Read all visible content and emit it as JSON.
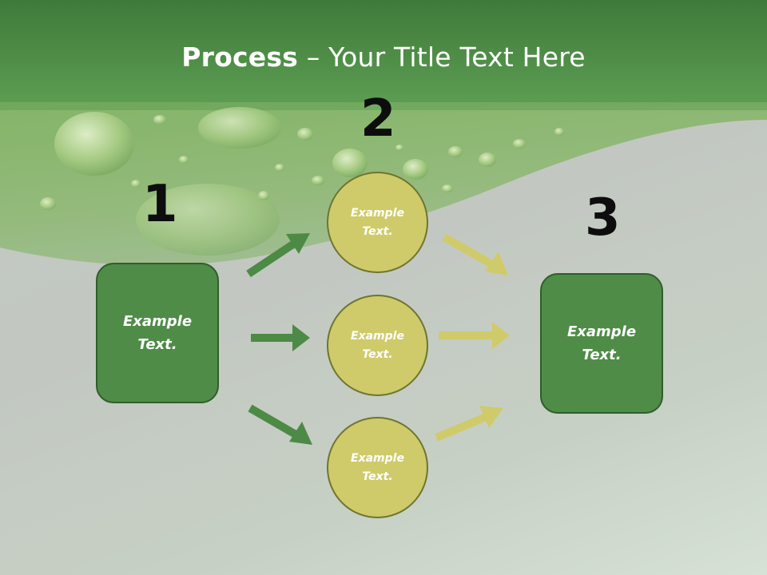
{
  "title": {
    "bold": "Process",
    "rest": " – Your Title Text Here"
  },
  "steps": [
    {
      "number": "1",
      "text": "Example Text."
    },
    {
      "number": "2",
      "items": [
        "Example Text.",
        "Example Text.",
        "Example Text."
      ]
    },
    {
      "number": "3",
      "text": "Example Text."
    }
  ],
  "colors": {
    "header_green": "#4f8f45",
    "box_green": "#4f8c47",
    "circle_yellow": "#cfcb6b",
    "arrow_green": "#4d8a45",
    "arrow_yellow": "#cfcb6b"
  }
}
